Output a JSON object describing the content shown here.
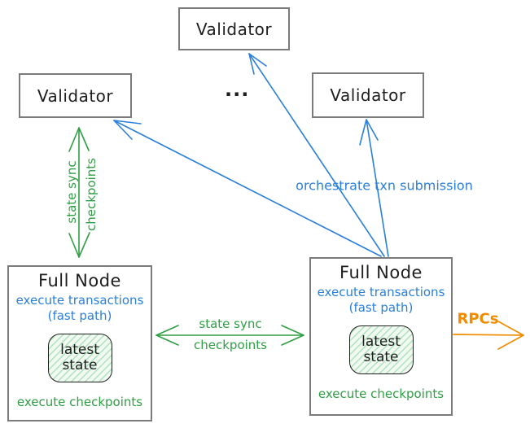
{
  "validators": {
    "top": "Validator",
    "left": "Validator",
    "right": "Validator",
    "ellipsis": "..."
  },
  "labels": {
    "orchestrate": "orchestrate txn submission",
    "rpcs": "RPCs",
    "sync_vertical": {
      "line1": "state sync",
      "line2": "checkpoints"
    },
    "sync_horizontal": {
      "line1": "state sync",
      "line2": "checkpoints"
    }
  },
  "full_node_left": {
    "title": "Full Node",
    "exec_txn": "execute transactions",
    "fast_path": "(fast path)",
    "state_line1": "latest",
    "state_line2": "state",
    "exec_ckpt": "execute checkpoints"
  },
  "full_node_right": {
    "title": "Full Node",
    "exec_txn": "execute transactions",
    "fast_path": "(fast path)",
    "state_line1": "latest",
    "state_line2": "state",
    "exec_ckpt": "execute checkpoints"
  },
  "colors": {
    "blue": "#2b7fd9",
    "green": "#2f9e44",
    "orange": "#f08c00",
    "box_border": "#7b7b7b",
    "ink": "#1e1e1e",
    "state_fill": "#f1faf2"
  }
}
